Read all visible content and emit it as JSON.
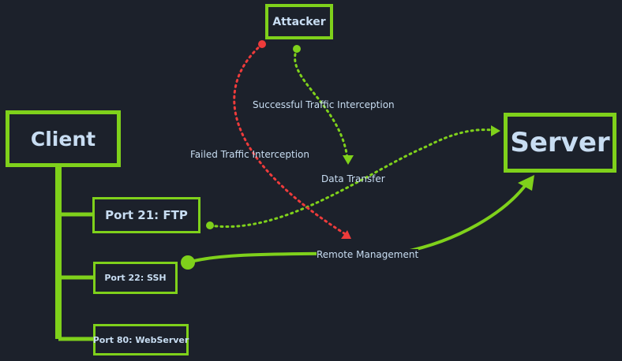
{
  "nodes": {
    "attacker": "Attacker",
    "client": "Client",
    "server": "Server",
    "port21": "Port 21: FTP",
    "port22": "Port 22: SSH",
    "port80": "Port 80: WebServer"
  },
  "labels": {
    "successful_interception": "Successful Traffic Interception",
    "failed_interception": "Failed Traffic Interception",
    "data_transfer": "Data Transfer",
    "remote_management": "Remote Management"
  },
  "colors": {
    "background": "#1c212b",
    "accent": "#7fd11b",
    "text": "#c8ddf2",
    "failed": "#ee3b3b"
  }
}
